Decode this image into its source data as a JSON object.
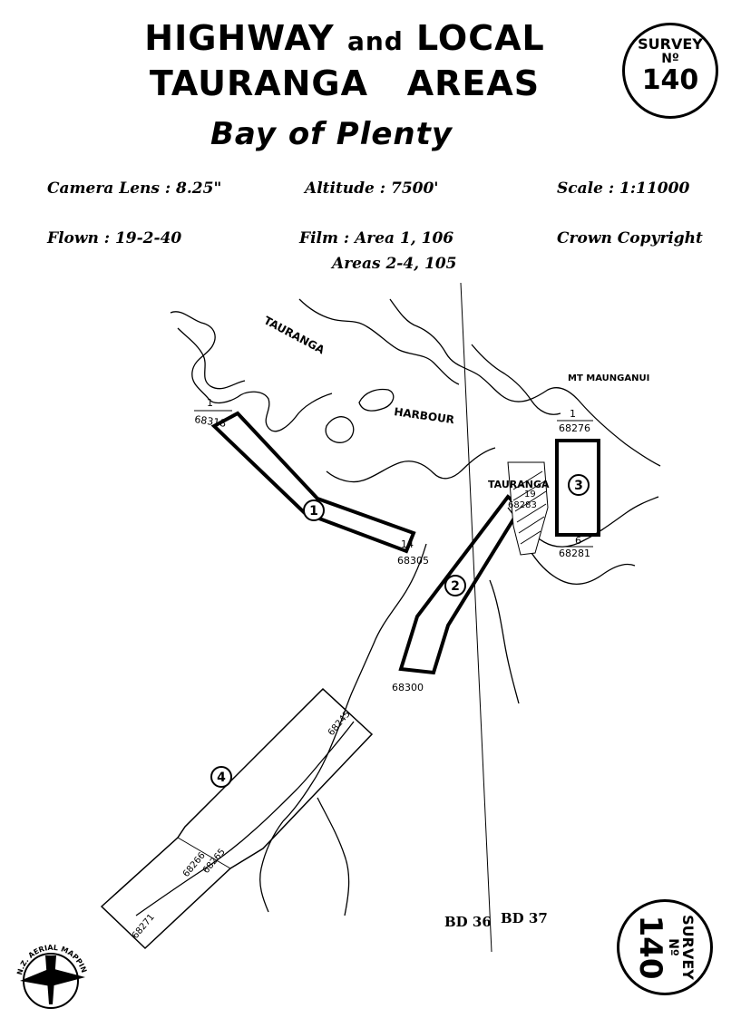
{
  "header": {
    "title_line1_a": "HIGHWAY",
    "title_line1_b": "and",
    "title_line1_c": "LOCAL",
    "title_line2": "TAURANGA   AREAS",
    "subtitle": "Bay of Plenty"
  },
  "survey_badge": {
    "label": "SURVEY",
    "no": "Nº",
    "number": "140"
  },
  "info": {
    "camera_lens": "Camera Lens : 8.25\"",
    "altitude": "Altitude : 7500'",
    "scale": "Scale : 1:11000",
    "flown": "Flown : 19-2-40",
    "film_line1": "Film : Area 1, 106",
    "film_line2": "Areas 2-4, 105",
    "copyright": "Crown Copyright"
  },
  "map": {
    "place_labels": {
      "tauranga_water": "TAURANGA",
      "harbour": "HARBOUR",
      "mt_maunganui": "MT MAUNGANUI",
      "tauranga_town": "TAURANGA"
    },
    "areas": [
      {
        "id": "1",
        "photo_start_num": "1",
        "photo_start": "68318",
        "photo_end_num": "14",
        "photo_end": "68305"
      },
      {
        "id": "2",
        "photo_start_num": "19",
        "photo_start": "68283",
        "photo_end": "68300"
      },
      {
        "id": "3",
        "photo_start_num": "1",
        "photo_start": "68276",
        "photo_end_num": "6",
        "photo_end": "68281"
      },
      {
        "id": "4",
        "photo_start": "68245",
        "photo_mid_a": "68266",
        "photo_mid_b": "68265",
        "photo_end": "68271"
      }
    ],
    "sheet_left": "BD 36",
    "sheet_right": "BD 37"
  },
  "logo": {
    "text": "N.Z. AERIAL MAPPING LTD."
  }
}
